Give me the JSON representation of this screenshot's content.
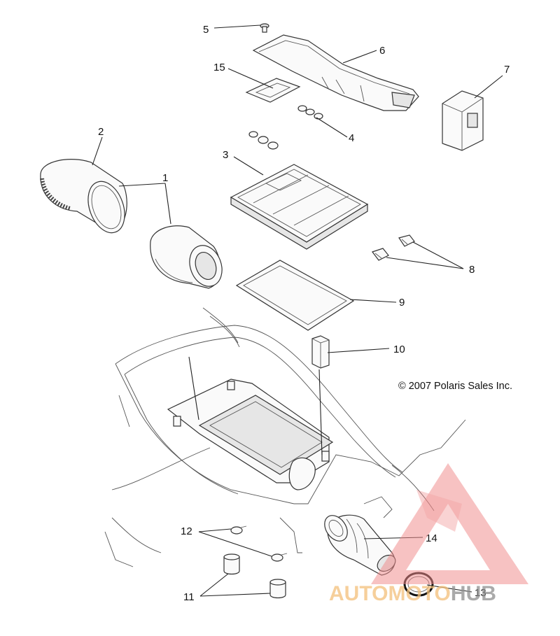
{
  "callouts": [
    {
      "id": "1",
      "label": "1"
    },
    {
      "id": "2",
      "label": "2"
    },
    {
      "id": "3",
      "label": "3"
    },
    {
      "id": "4",
      "label": "4"
    },
    {
      "id": "5",
      "label": "5"
    },
    {
      "id": "6",
      "label": "6"
    },
    {
      "id": "7",
      "label": "7"
    },
    {
      "id": "8",
      "label": "8"
    },
    {
      "id": "9",
      "label": "9"
    },
    {
      "id": "10",
      "label": "10"
    },
    {
      "id": "11",
      "label": "11"
    },
    {
      "id": "12",
      "label": "12"
    },
    {
      "id": "13",
      "label": "13"
    },
    {
      "id": "14",
      "label": "14"
    },
    {
      "id": "15",
      "label": "15"
    }
  ],
  "copyright": "© 2007 Polaris Sales Inc.",
  "watermark": {
    "part1": "AUTOMOTO",
    "part2": "HUB",
    "colors": {
      "triangle": "#f08a8a",
      "auto": "#f3c07a",
      "hub": "#8e8e8e"
    }
  }
}
